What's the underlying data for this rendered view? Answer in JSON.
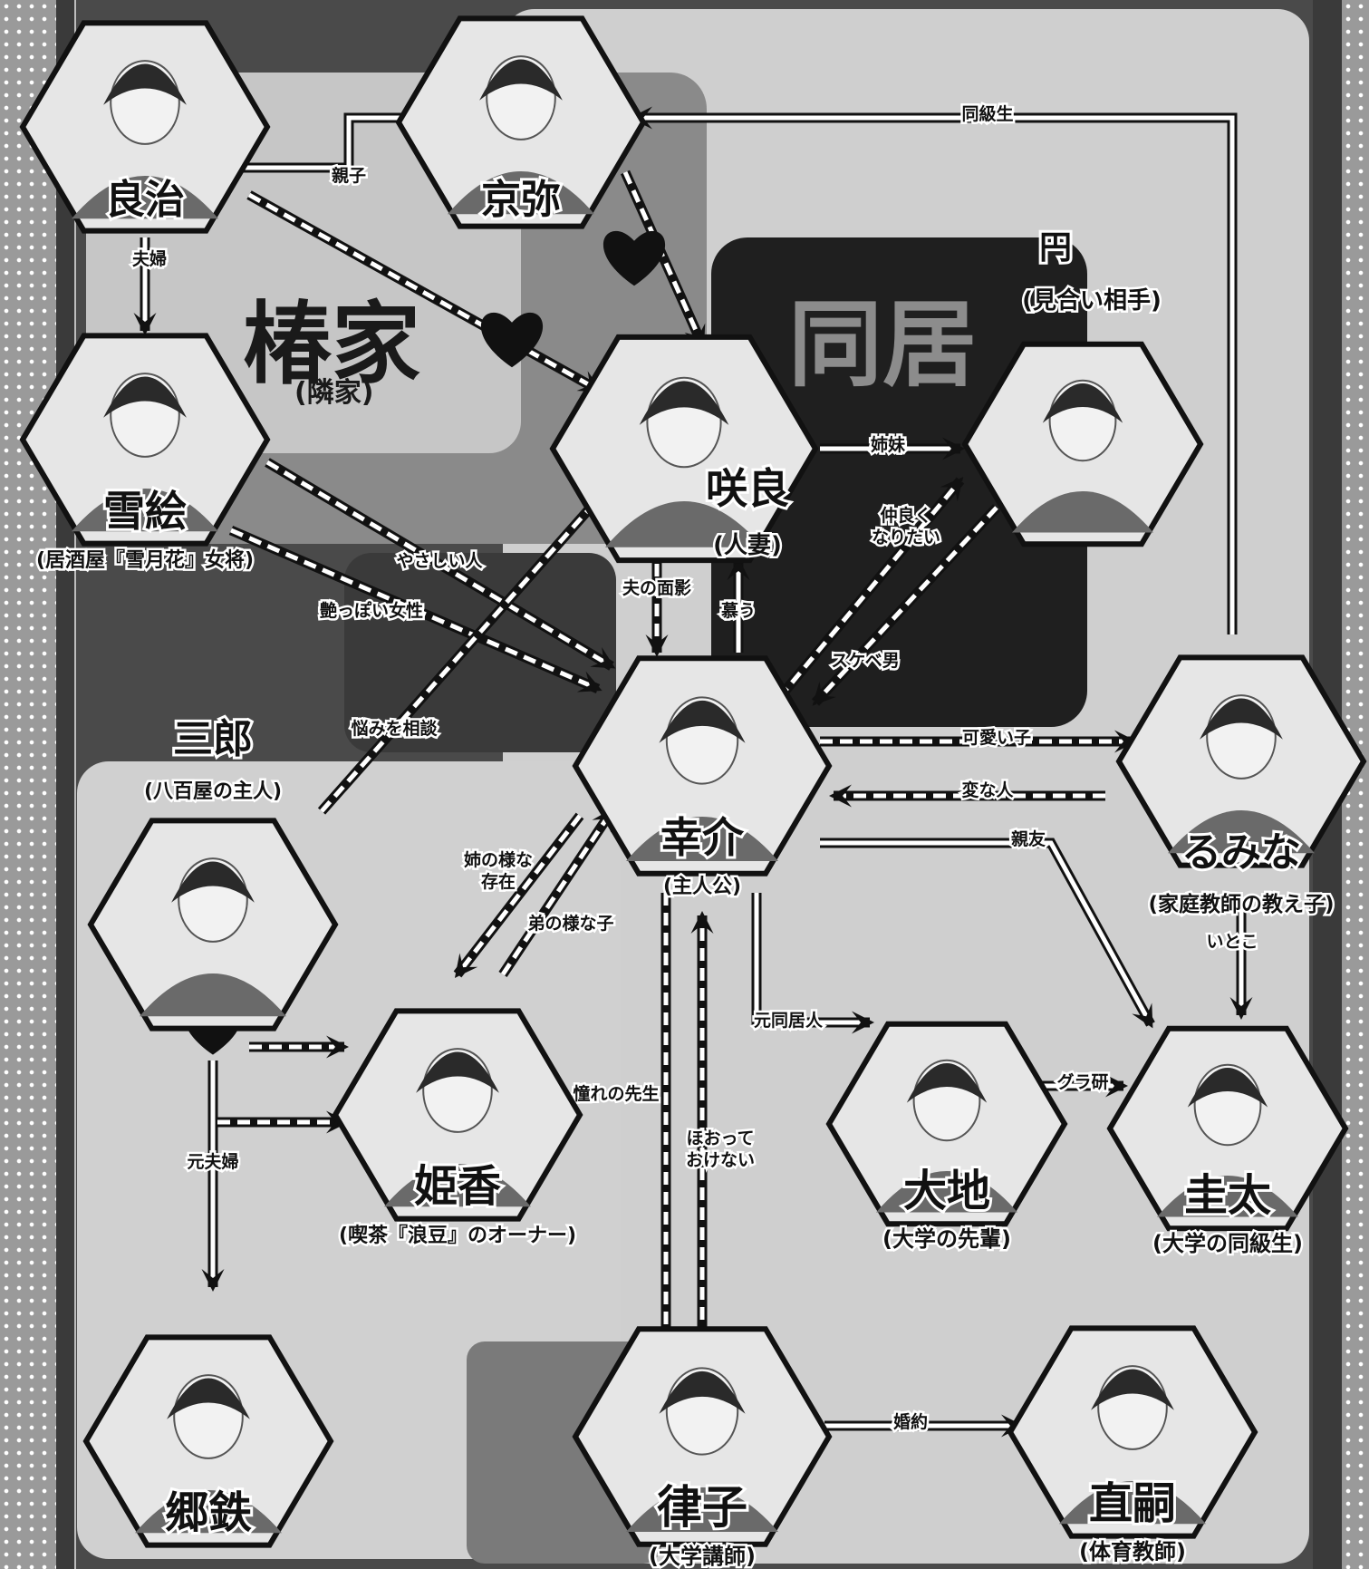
{
  "zones": {
    "tsubaki": {
      "title": "椿家",
      "subtitle": "(隣家)"
    },
    "doukyo": {
      "title": "同居"
    }
  },
  "characters": [
    {
      "id": "ryouji",
      "name": "良治",
      "role": ""
    },
    {
      "id": "kyouya",
      "name": "京弥",
      "role": ""
    },
    {
      "id": "sakura",
      "name": "咲良",
      "role": "(人妻)"
    },
    {
      "id": "madoka",
      "name": "円",
      "role": "(見合い相手)"
    },
    {
      "id": "yukie",
      "name": "雪絵",
      "role": "(居酒屋『雪月花』女将)"
    },
    {
      "id": "kousuke",
      "name": "幸介",
      "role": "(主人公)"
    },
    {
      "id": "rumina",
      "name": "るみな",
      "role": "(家庭教師の教え子)"
    },
    {
      "id": "saburou",
      "name": "三郎",
      "role": "(八百屋の主人)"
    },
    {
      "id": "himeka",
      "name": "姫香",
      "role": "(喫茶『浪豆』のオーナー)"
    },
    {
      "id": "daichi",
      "name": "大地",
      "role": "(大学の先輩)"
    },
    {
      "id": "keita",
      "name": "圭太",
      "role": "(大学の同級生)"
    },
    {
      "id": "goutetsu",
      "name": "郷鉄",
      "role": ""
    },
    {
      "id": "ritsuko",
      "name": "律子",
      "role": "(大学講師)"
    },
    {
      "id": "naotsugu",
      "name": "直嗣",
      "role": "(体育教師)"
    }
  ],
  "relations": [
    {
      "id": "r-oyako",
      "label": "親子"
    },
    {
      "id": "r-fuufu",
      "label": "夫婦"
    },
    {
      "id": "r-doukyuusei",
      "label": "同級生"
    },
    {
      "id": "r-shimai",
      "label": "姉妹"
    },
    {
      "id": "r-nakayoku",
      "label": "仲良く\nなりたい"
    },
    {
      "id": "r-yasashii",
      "label": "やさしい人"
    },
    {
      "id": "r-adoppoi",
      "label": "艶っぽい女性"
    },
    {
      "id": "r-otto",
      "label": "夫の面影"
    },
    {
      "id": "r-shitau",
      "label": "慕う"
    },
    {
      "id": "r-sukebe",
      "label": "スケベ男"
    },
    {
      "id": "r-nayami",
      "label": "悩みを相談"
    },
    {
      "id": "r-kawaii",
      "label": "可愛い子"
    },
    {
      "id": "r-hennahito",
      "label": "変な人"
    },
    {
      "id": "r-shinyuu",
      "label": "親友"
    },
    {
      "id": "r-ane",
      "label": "姉の様な\n存在"
    },
    {
      "id": "r-otouto",
      "label": "弟の様な子"
    },
    {
      "id": "r-itoko",
      "label": "いとこ"
    },
    {
      "id": "r-motodoukyo",
      "label": "元同居人"
    },
    {
      "id": "r-guraken",
      "label": "グラ研"
    },
    {
      "id": "r-motofuufu",
      "label": "元夫婦"
    },
    {
      "id": "r-akogare",
      "label": "憧れの先生"
    },
    {
      "id": "r-hootte",
      "label": "ほおって\nおけない"
    },
    {
      "id": "r-konyaku",
      "label": "婚約"
    }
  ],
  "colors": {
    "dark_zone": "#1f1f1f",
    "mid_zone": "#7a7a7a",
    "light_zone": "#d2d2d2",
    "hexfill": "#e6e6e6"
  }
}
